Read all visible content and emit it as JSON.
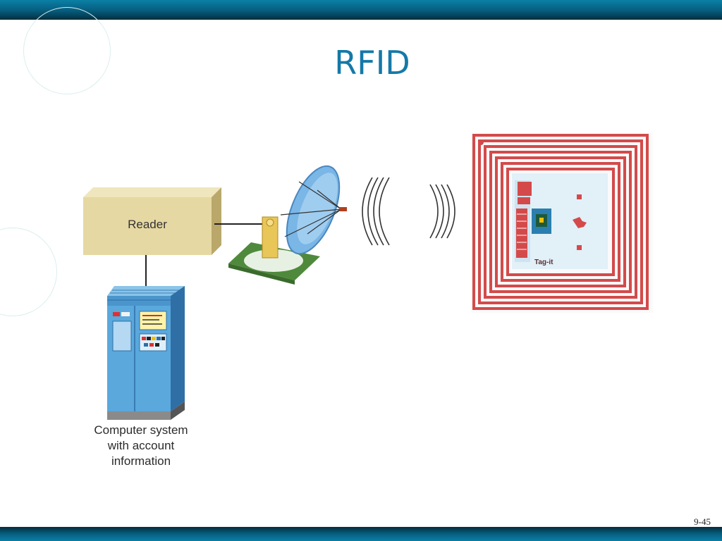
{
  "slide": {
    "title": "RFID",
    "slide_number": "9-45"
  },
  "diagram": {
    "reader_label": "Reader",
    "computer_label_lines": [
      "Computer system",
      "with account",
      "information"
    ],
    "tag_text": "Tag-it",
    "colors": {
      "accent": "#1479a8",
      "reader_box": "#e6d8a2",
      "computer": "#5aa8dc",
      "antenna_dish": "#7ab6e6",
      "tag_coil": "#d44a4a"
    }
  }
}
